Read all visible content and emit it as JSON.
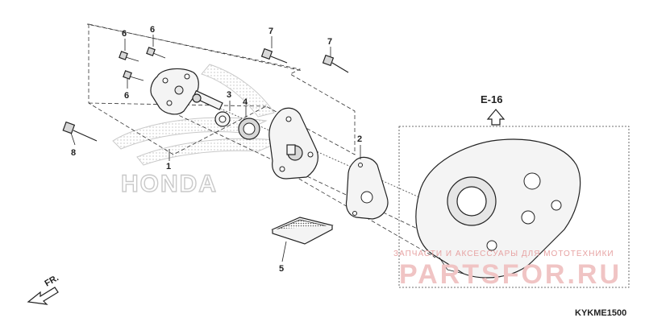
{
  "callouts": {
    "c1": "1",
    "c2": "2",
    "c3": "3",
    "c4": "4",
    "c5": "5",
    "c6a": "6",
    "c6b": "6",
    "c6c": "6",
    "c7a": "7",
    "c7b": "7",
    "c8": "8"
  },
  "reference_label": "E-16",
  "direction_label": "FR.",
  "logo_text": "HONDA",
  "watermark": {
    "line": "ЗАПЧАСТИ И АКСЕССУАРЫ ДЛЯ МОТОТЕХНИКИ",
    "brand": "PARTSFOR.RU"
  },
  "diagram_code": "KYKME1500",
  "colors": {
    "ink": "#222222",
    "watermark": "#e7a3a3"
  }
}
